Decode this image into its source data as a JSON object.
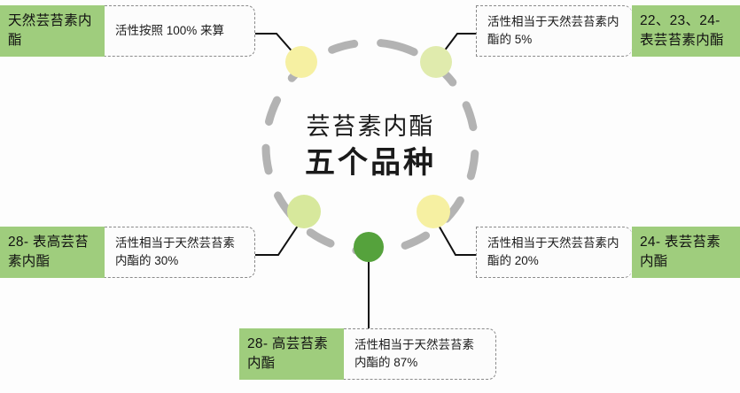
{
  "diagram": {
    "center": {
      "line1": "芸苔素内酯",
      "line2": "五个品种"
    },
    "colors": {
      "label_green": "#9fcd7d",
      "ring_dash": "#b3b3b3",
      "connector": "#111111",
      "dot_pale_yellow": "#f6f0a2",
      "dot_yellow_green": "#e0ebad",
      "dot_light_green": "#d7e89c",
      "dot_solid_green": "#55a23c",
      "desc_border": "#8a8a8a",
      "desc_background": "#fcfcfc"
    },
    "items": [
      {
        "id": "natural",
        "label": "天然芸苔素内酯",
        "description": "活性按照 100% 来算",
        "dot_color": "#f6f0a2",
        "side": "left",
        "position": "top-left"
      },
      {
        "id": "epi222324",
        "label": "22、23、24-表芸苔素内酯",
        "description": "活性相当于天然芸苔素内酯的 5%",
        "dot_color": "#e0ebad",
        "side": "right",
        "position": "top-right"
      },
      {
        "id": "epi28high",
        "label": "28- 表高芸苔素内酯",
        "description": "活性相当于天然芸苔素内酯的 30%",
        "dot_color": "#d7e89c",
        "side": "left",
        "position": "bottom-left"
      },
      {
        "id": "epi24",
        "label": "24- 表芸苔素内酯",
        "description": "活性相当于天然芸苔素内酯的 20%",
        "dot_color": "#f6f0a2",
        "side": "right",
        "position": "bottom-right"
      },
      {
        "id": "high28",
        "label": "28- 高芸苔素内酯",
        "description": "活性相当于天然芸苔素内酯的 87%",
        "dot_color": "#55a23c",
        "side": "left",
        "position": "bottom-center"
      }
    ]
  }
}
